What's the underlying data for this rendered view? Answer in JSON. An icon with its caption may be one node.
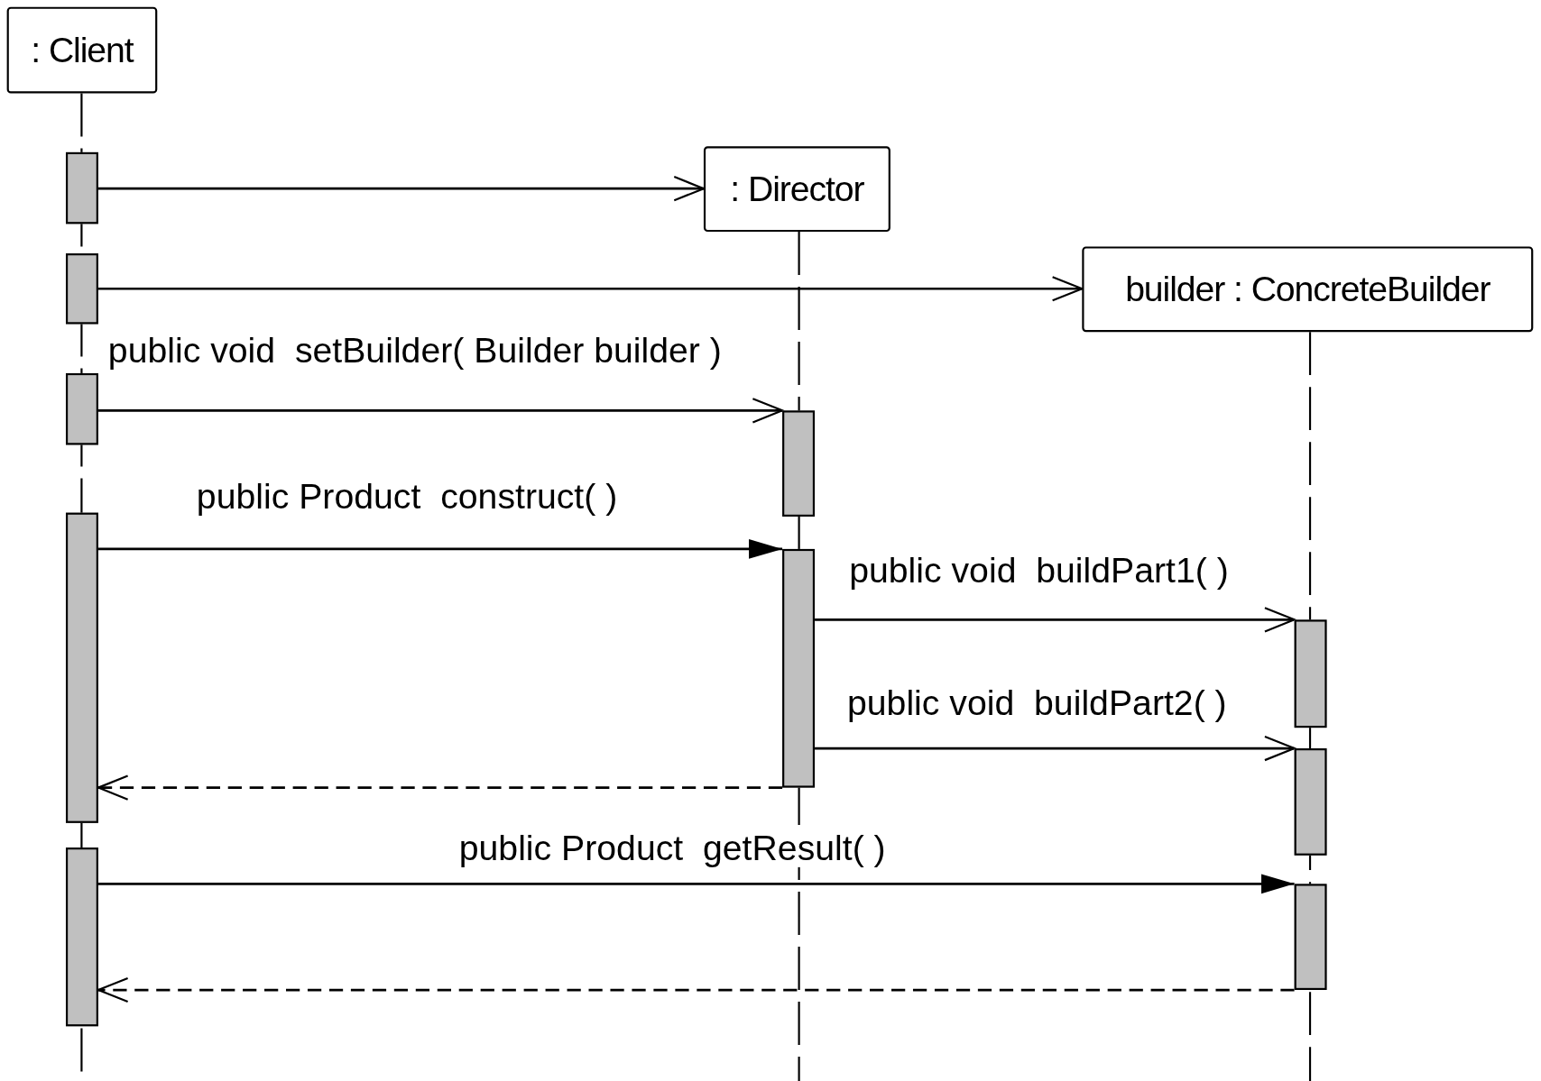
{
  "diagram": {
    "nodes": [
      {
        "text": [
          ": Client"
        ]
      },
      {
        "text": [],
        "shape": "bar"
      },
      {
        "text": [],
        "shape": "bar"
      },
      {
        "text": [
          ": Director"
        ]
      },
      {
        "text": [
          "builder : ConcreteBuilder"
        ]
      },
      {
        "text": [],
        "shape": "bar"
      },
      {
        "text": [],
        "shape": "bar"
      },
      {
        "text": [],
        "shape": "bar"
      },
      {
        "text": [],
        "shape": "bar"
      },
      {
        "text": [],
        "shape": "bar"
      },
      {
        "text": [],
        "shape": "bar"
      },
      {
        "text": [],
        "shape": "bar"
      },
      {
        "text": [],
        "shape": "bar"
      }
    ],
    "edges": [
      {
        "from": 1,
        "to": 3,
        "arrow": "to"
      },
      {
        "from": 2,
        "to": 4,
        "arrow": "to"
      },
      {
        "from": 5,
        "to": 6,
        "arrow": "to",
        "label": "public void  setBuilder( Builder builder )"
      },
      {
        "from": 7,
        "to": 8,
        "arrow": "to",
        "label": "public Product  construct( )"
      },
      {
        "from": 8,
        "to": 9,
        "arrow": "to",
        "label": "public void  buildPart1( )"
      },
      {
        "from": 8,
        "to": 10,
        "arrow": "to",
        "label": "public void  buildPart2( )"
      },
      {
        "from": 8,
        "to": 7,
        "arrow": "to",
        "style": "dashed"
      },
      {
        "from": 11,
        "to": 12,
        "arrow": "to",
        "label": "public Product  getResult( )"
      },
      {
        "from": 12,
        "to": 11,
        "arrow": "to",
        "style": "dashed"
      }
    ]
  }
}
